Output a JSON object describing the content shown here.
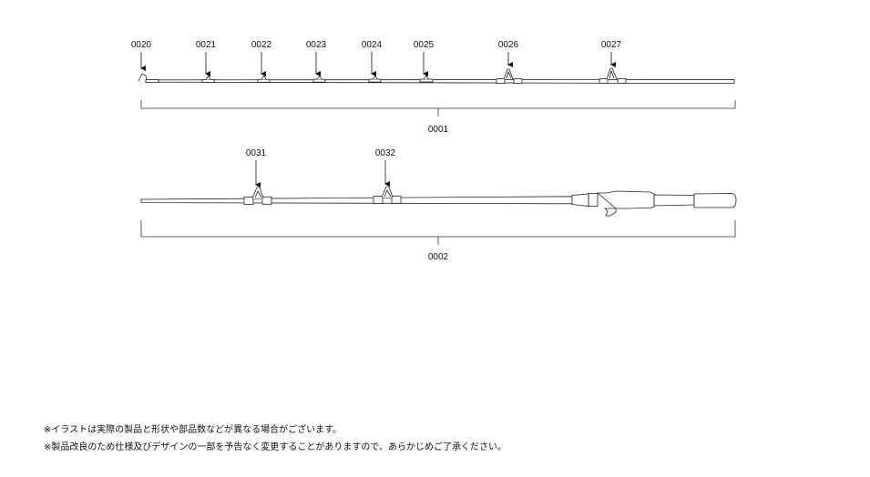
{
  "section1": {
    "part_number": "0001",
    "tip_top_label": "0020",
    "guide_labels": [
      "0021",
      "0022",
      "0023",
      "0024",
      "0025",
      "0026",
      "0027"
    ]
  },
  "section2": {
    "part_number": "0002",
    "guide_labels": [
      "0031",
      "0032"
    ]
  },
  "notes": [
    "※イラストは実際の製品と形状や部品数などが異なる場合がございます。",
    "※製品改良のため仕様及びデザインの一部を予告なく変更することがありますので、あらかじめご了承ください。"
  ]
}
